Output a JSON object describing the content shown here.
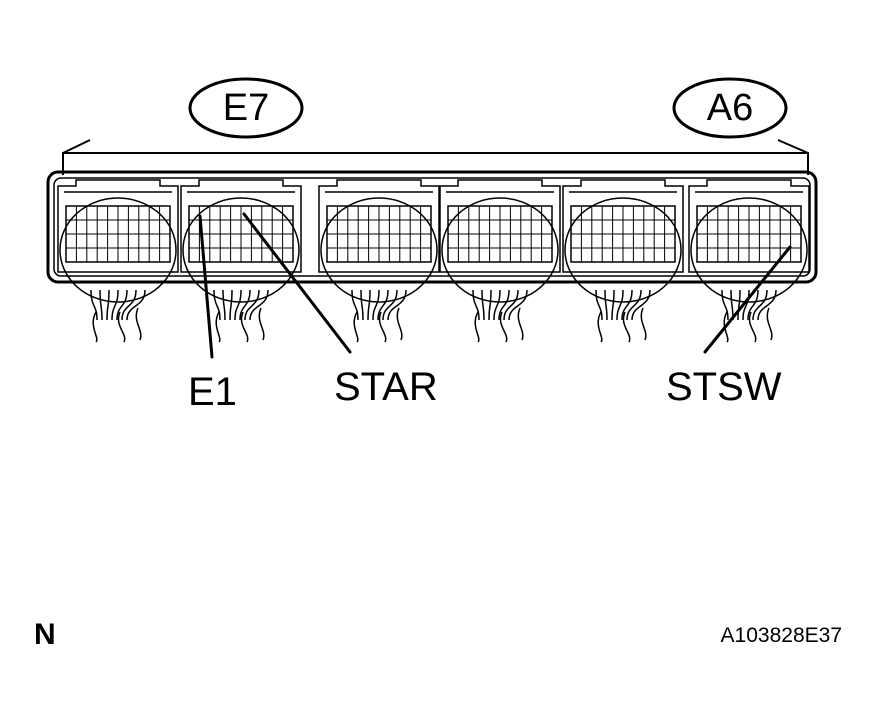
{
  "connectors": {
    "left_code": "E7",
    "right_code": "A6"
  },
  "pins": {
    "e1": "E1",
    "star": "STAR",
    "stsw": "STSW"
  },
  "view_marker": "N",
  "figure_code": "A103828E37",
  "colors": {
    "line": "#000000",
    "background": "#ffffff"
  }
}
